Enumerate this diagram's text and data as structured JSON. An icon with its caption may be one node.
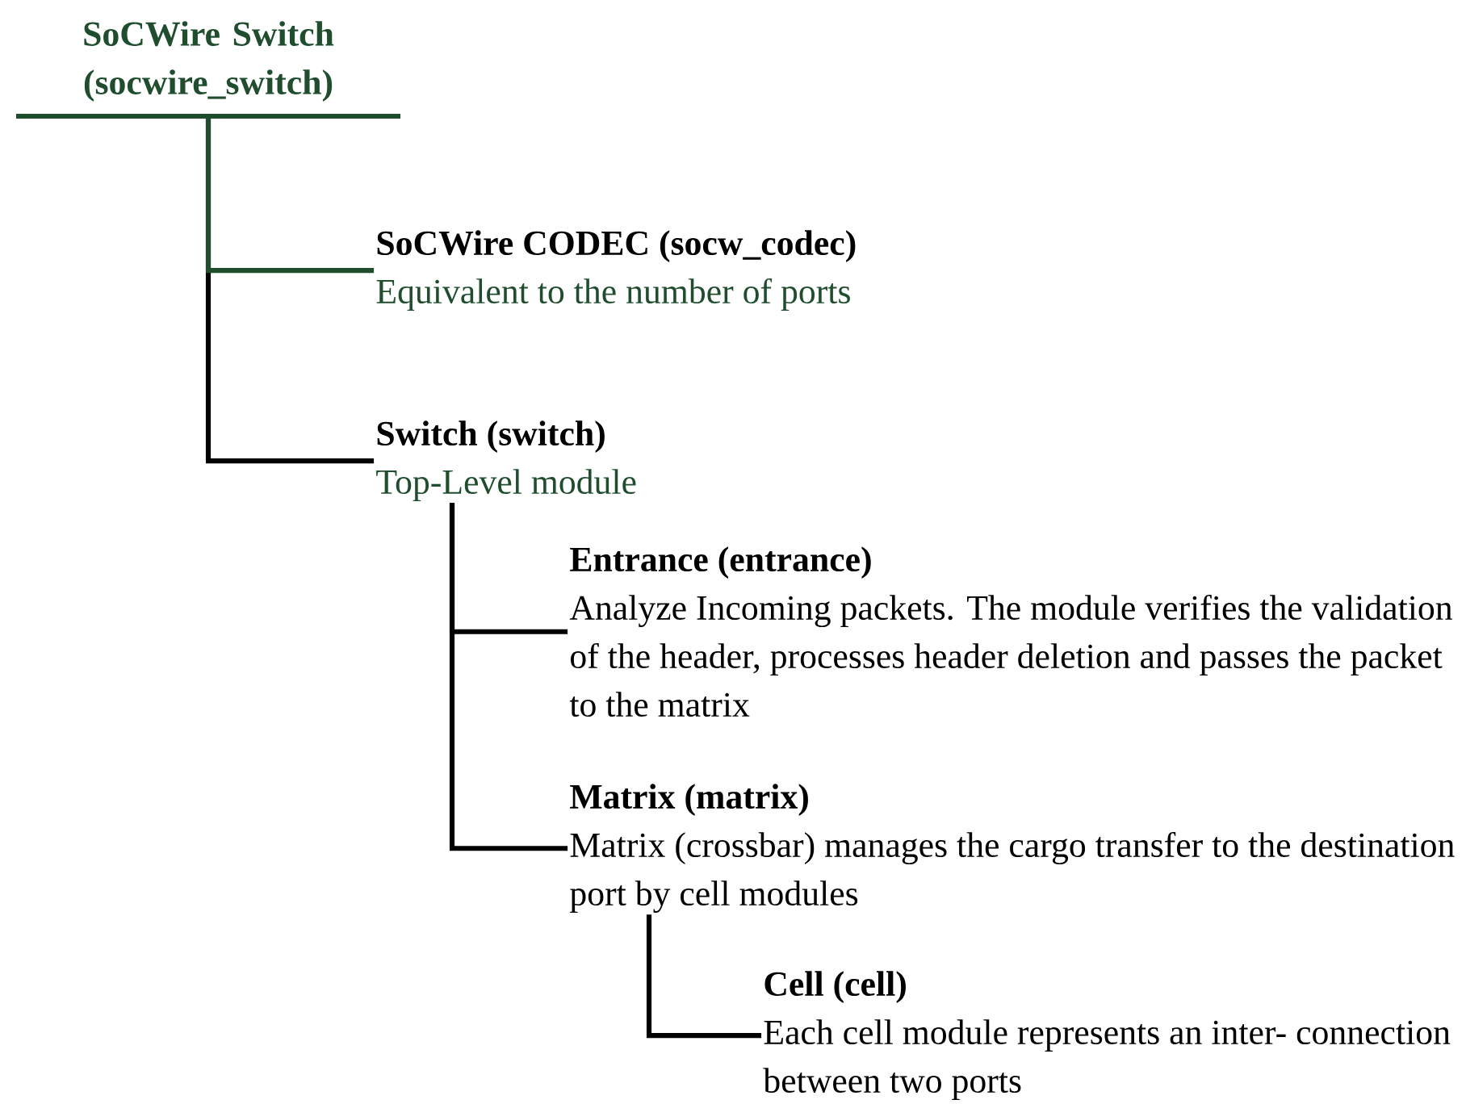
{
  "diagram": {
    "nodes": [
      {
        "text": [
          "SoCWire Switch (socwire_switch)"
        ]
      },
      {
        "text": [
          "SoCWire CODEC (socw_codec)",
          "Equivalent to the number of ports"
        ]
      },
      {
        "text": [
          "Switch (switch)",
          "Top-Level module"
        ]
      },
      {
        "text": [
          "Entrance (entrance)",
          "Analyze Incoming packets. The module verifies the validation of the header, processes header deletion and passes the packet to the matrix"
        ]
      },
      {
        "text": [
          "Matrix (matrix)",
          "Matrix (crossbar) manages the cargo transfer to the destination port by cell modules"
        ]
      },
      {
        "text": [
          "Cell (cell)",
          "Each cell module represents an inter- connection between two ports"
        ]
      }
    ],
    "edges": [
      {
        "from": 0,
        "to": 1,
        "arrow": "none",
        "color": "#1f4d2e"
      },
      {
        "from": 0,
        "to": 2,
        "arrow": "none"
      },
      {
        "from": 2,
        "to": 3,
        "arrow": "none"
      },
      {
        "from": 2,
        "to": 4,
        "arrow": "none"
      },
      {
        "from": 4,
        "to": 5,
        "arrow": "none"
      }
    ]
  }
}
